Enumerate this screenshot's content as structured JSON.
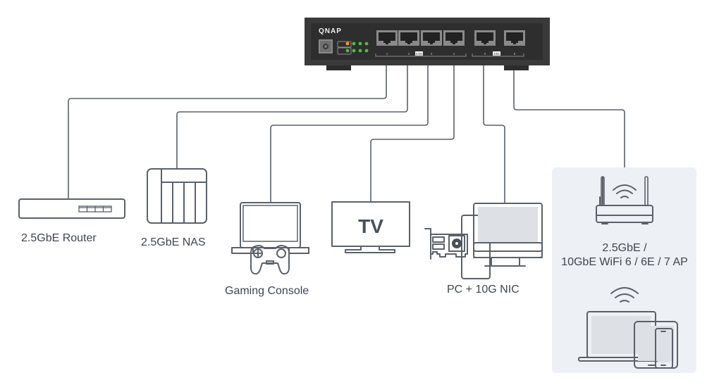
{
  "switch": {
    "brand": "QNAP",
    "led_colors": {
      "amber": "#f39a3c",
      "green": "#4cc03c"
    },
    "ports": [
      {
        "number": "1",
        "group": "2.5G"
      },
      {
        "number": "2",
        "group": "2.5G"
      },
      {
        "number": "3",
        "group": "2.5G"
      },
      {
        "number": "4",
        "group": "2.5G"
      },
      {
        "number": "5",
        "group": "10G"
      },
      {
        "number": "6",
        "group": "10G"
      }
    ],
    "group_labels": {
      "g25": "2.5G",
      "g10": "10G"
    }
  },
  "devices": {
    "router": {
      "label": "2.5GbE Router",
      "port": "1"
    },
    "nas": {
      "label": "2.5GbE NAS",
      "port": "2"
    },
    "console": {
      "label": "Gaming Console",
      "port": "3"
    },
    "tv": {
      "label": "TV",
      "screen_text": "TV",
      "port": "4"
    },
    "pc": {
      "label": "PC + 10G NIC",
      "port": "5"
    },
    "ap": {
      "label_line1": "2.5GbE /",
      "label_line2": "10GbE WiFi 6 / 6E / 7 AP",
      "port": "6"
    },
    "clients": {
      "label": ""
    }
  },
  "colors": {
    "line": "#5a616b",
    "switch_body": "#3a3a3a",
    "ap_panel": "#edf0f4",
    "screen_fill": "#dde1e6"
  }
}
